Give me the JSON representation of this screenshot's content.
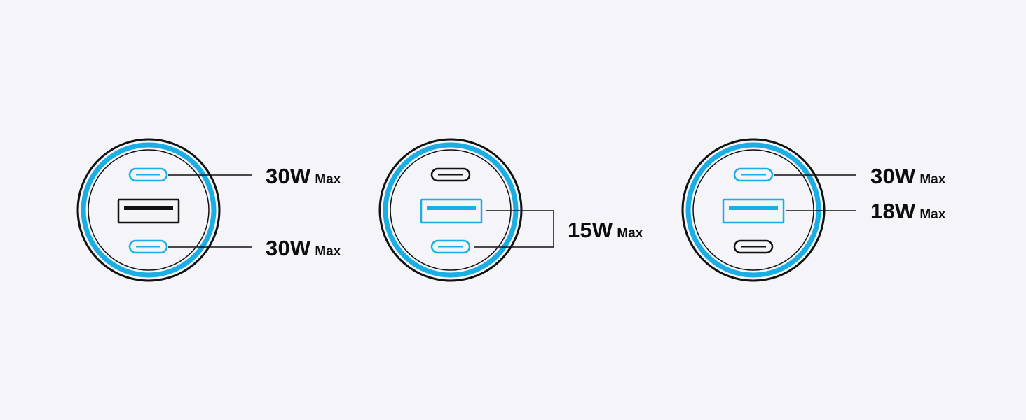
{
  "colors": {
    "background": "#f4f4f9",
    "ring": "#1aaee5",
    "outline": "#111111",
    "active_port": "#1aaee5",
    "inactive_port": "#111111"
  },
  "configs": [
    {
      "ports": {
        "top_usb_c": "active",
        "usb_a": "inactive",
        "bottom_usb_c": "active"
      },
      "labels": [
        {
          "watts": "30W",
          "max": "Max"
        },
        {
          "watts": "30W",
          "max": "Max"
        }
      ]
    },
    {
      "ports": {
        "top_usb_c": "inactive",
        "usb_a": "active",
        "bottom_usb_c": "active"
      },
      "labels": [
        {
          "watts": "15W",
          "max": "Max"
        }
      ]
    },
    {
      "ports": {
        "top_usb_c": "active",
        "usb_a": "active",
        "bottom_usb_c": "inactive"
      },
      "labels": [
        {
          "watts": "30W",
          "max": "Max"
        },
        {
          "watts": "18W",
          "max": "Max"
        }
      ]
    }
  ]
}
